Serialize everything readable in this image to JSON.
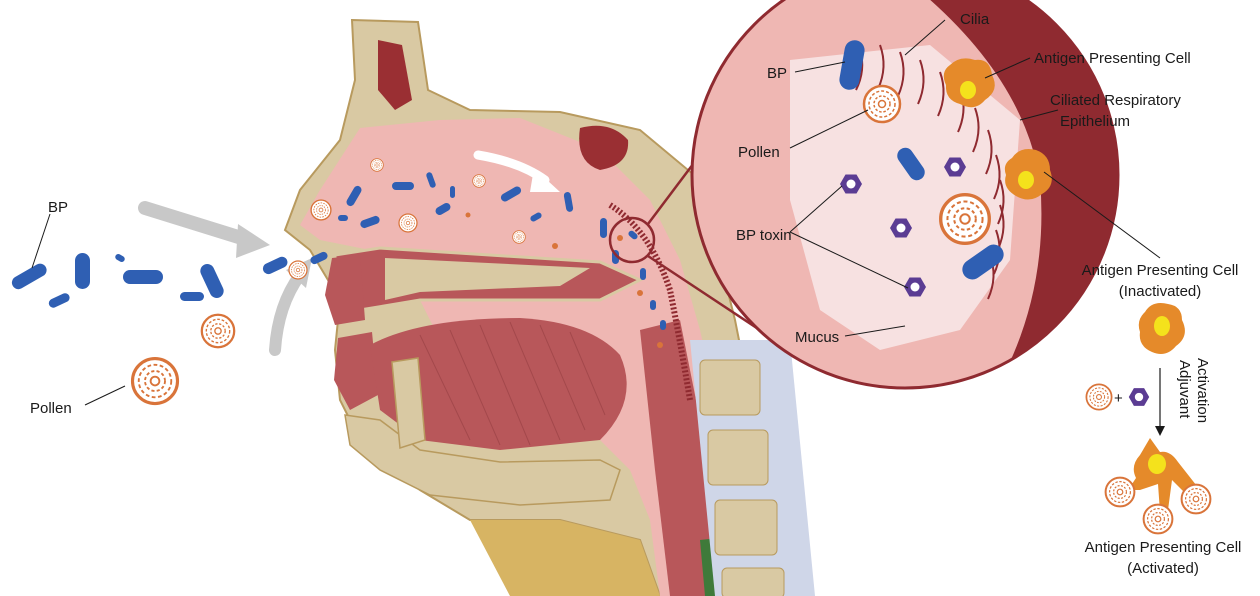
{
  "labels": {
    "bp_left": "BP",
    "pollen_left": "Pollen",
    "bp_inset": "BP",
    "cilia": "Cilia",
    "apc_top": "Antigen Presenting Cell",
    "ciliated_line1": "Ciliated Respiratory",
    "ciliated_line2": "Epithelium",
    "pollen_inset": "Pollen",
    "bp_toxin": "BP toxin",
    "mucus": "Mucus",
    "apc_inactive_line1": "Antigen Presenting Cell",
    "apc_inactive_line2": "(Inactivated)",
    "plus": "+",
    "adjuvant": "Adjuvant",
    "activation": "Activation",
    "apc_active_line1": "Antigen Presenting Cell",
    "apc_active_line2": "(Activated)"
  },
  "colors": {
    "bacteria": "#2f5fb3",
    "pollen": "#d9743a",
    "toxin": "#5b3c93",
    "tissue_pink": "#efb7b3",
    "bone": "#d9c9a3",
    "muscle": "#b8575a",
    "epithelium": "#8f2a30",
    "apc": "#e58a2a",
    "nucleus": "#f4e21c"
  }
}
